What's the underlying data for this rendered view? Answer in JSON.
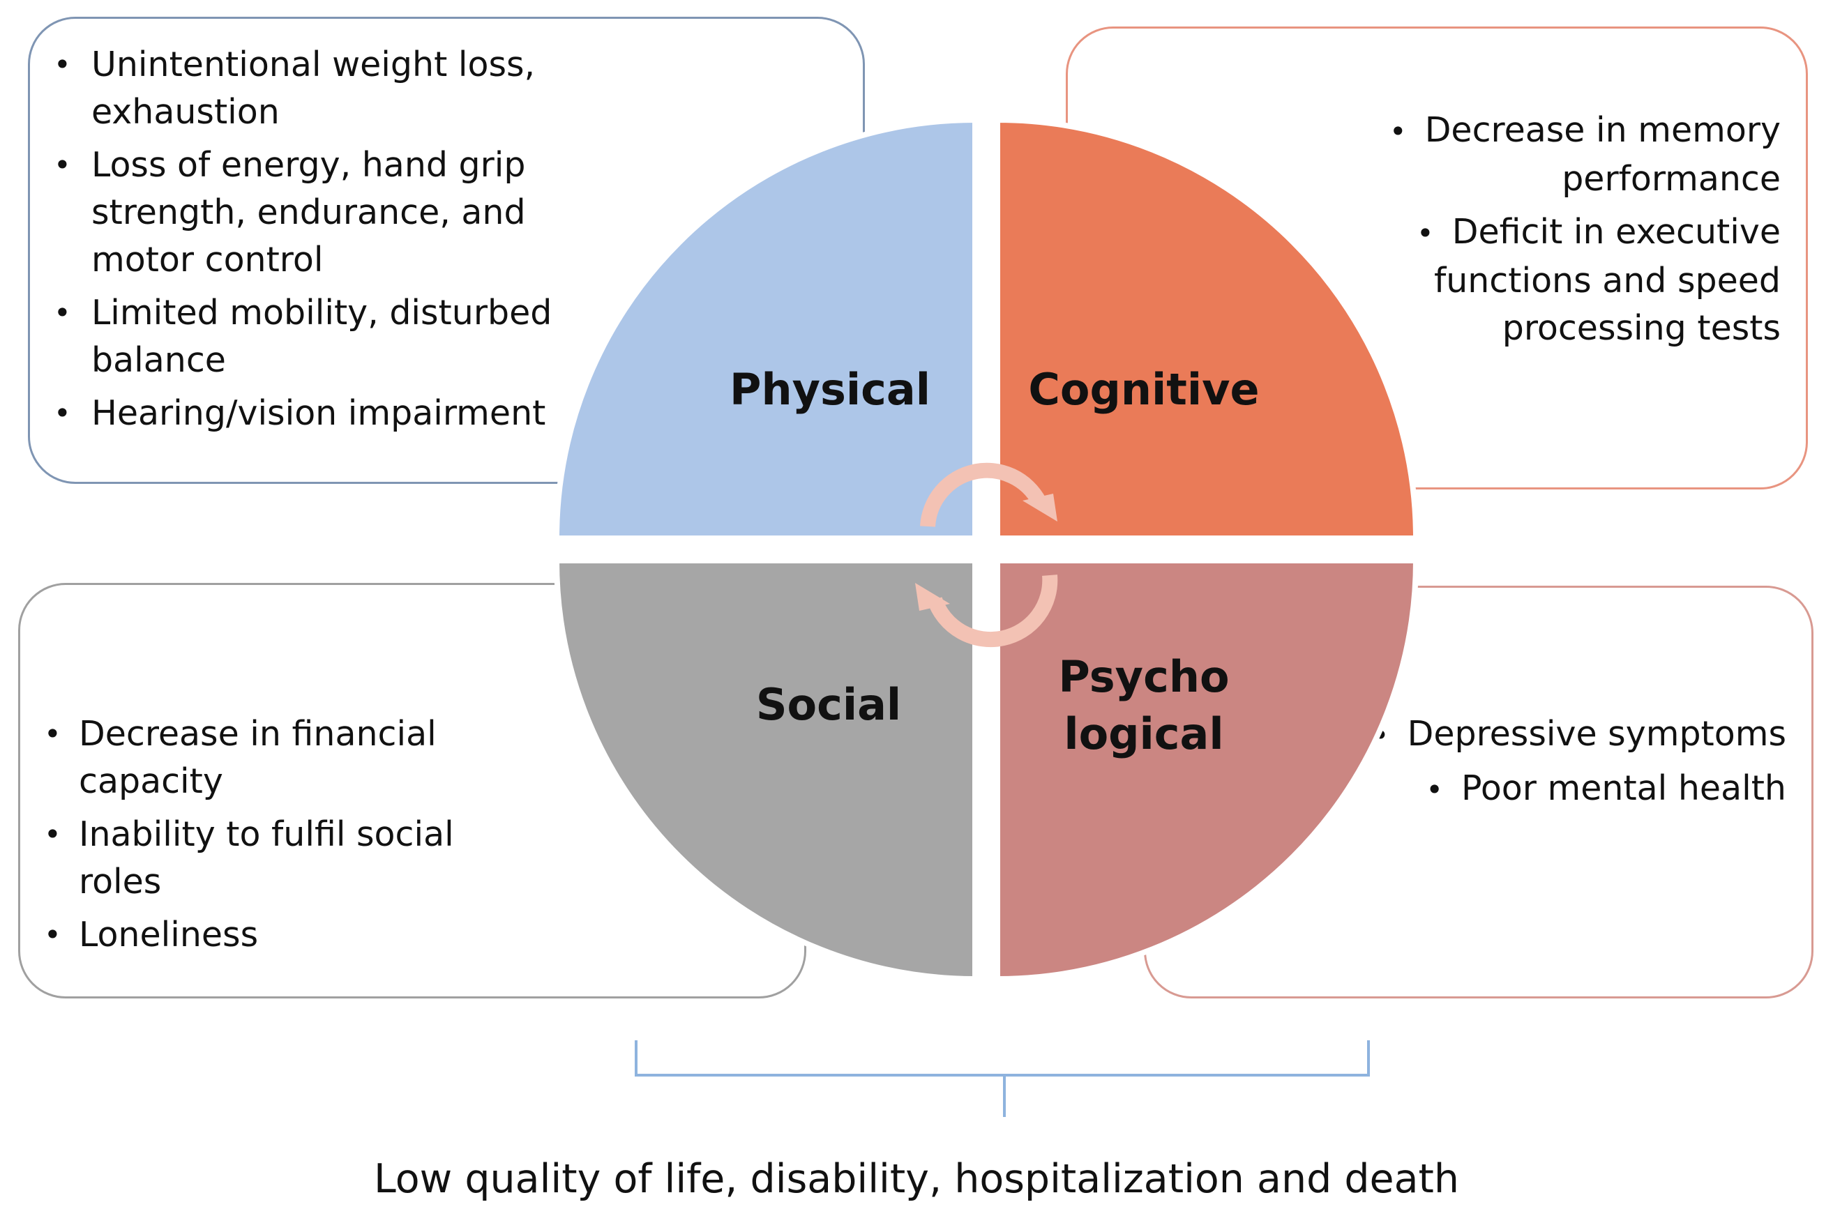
{
  "quadrants": {
    "physical": {
      "label": "Physical",
      "color": "#adc6e8",
      "border": "#7f95b3",
      "items": [
        "Unintentional weight loss, exhaustion",
        "Loss of energy, hand grip strength, endurance, and motor control",
        "Limited mobility, disturbed balance",
        "Hearing/vision impairment"
      ]
    },
    "cognitive": {
      "label": "Cognitive",
      "color": "#ea7b58",
      "border": "#e89480",
      "items": [
        "Decrease in memory performance",
        "Deficit in  executive functions and speed processing tests"
      ]
    },
    "social": {
      "label": "Social",
      "color": "#a6a6a6",
      "border": "#a0a0a0",
      "items": [
        "Decrease in financial capacity",
        "Inability to fulfil social roles",
        "Loneliness"
      ]
    },
    "psychological": {
      "label_line1": "Psycho",
      "label_line2": "logical",
      "color": "#cb8682",
      "border": "#d89a92",
      "items": [
        "Depressive symptoms",
        "Poor mental health"
      ]
    }
  },
  "arrow_color": "#f3c2b4",
  "brace_color": "#8eb3de",
  "outcome": "Low quality of life, disability, hospitalization and death"
}
